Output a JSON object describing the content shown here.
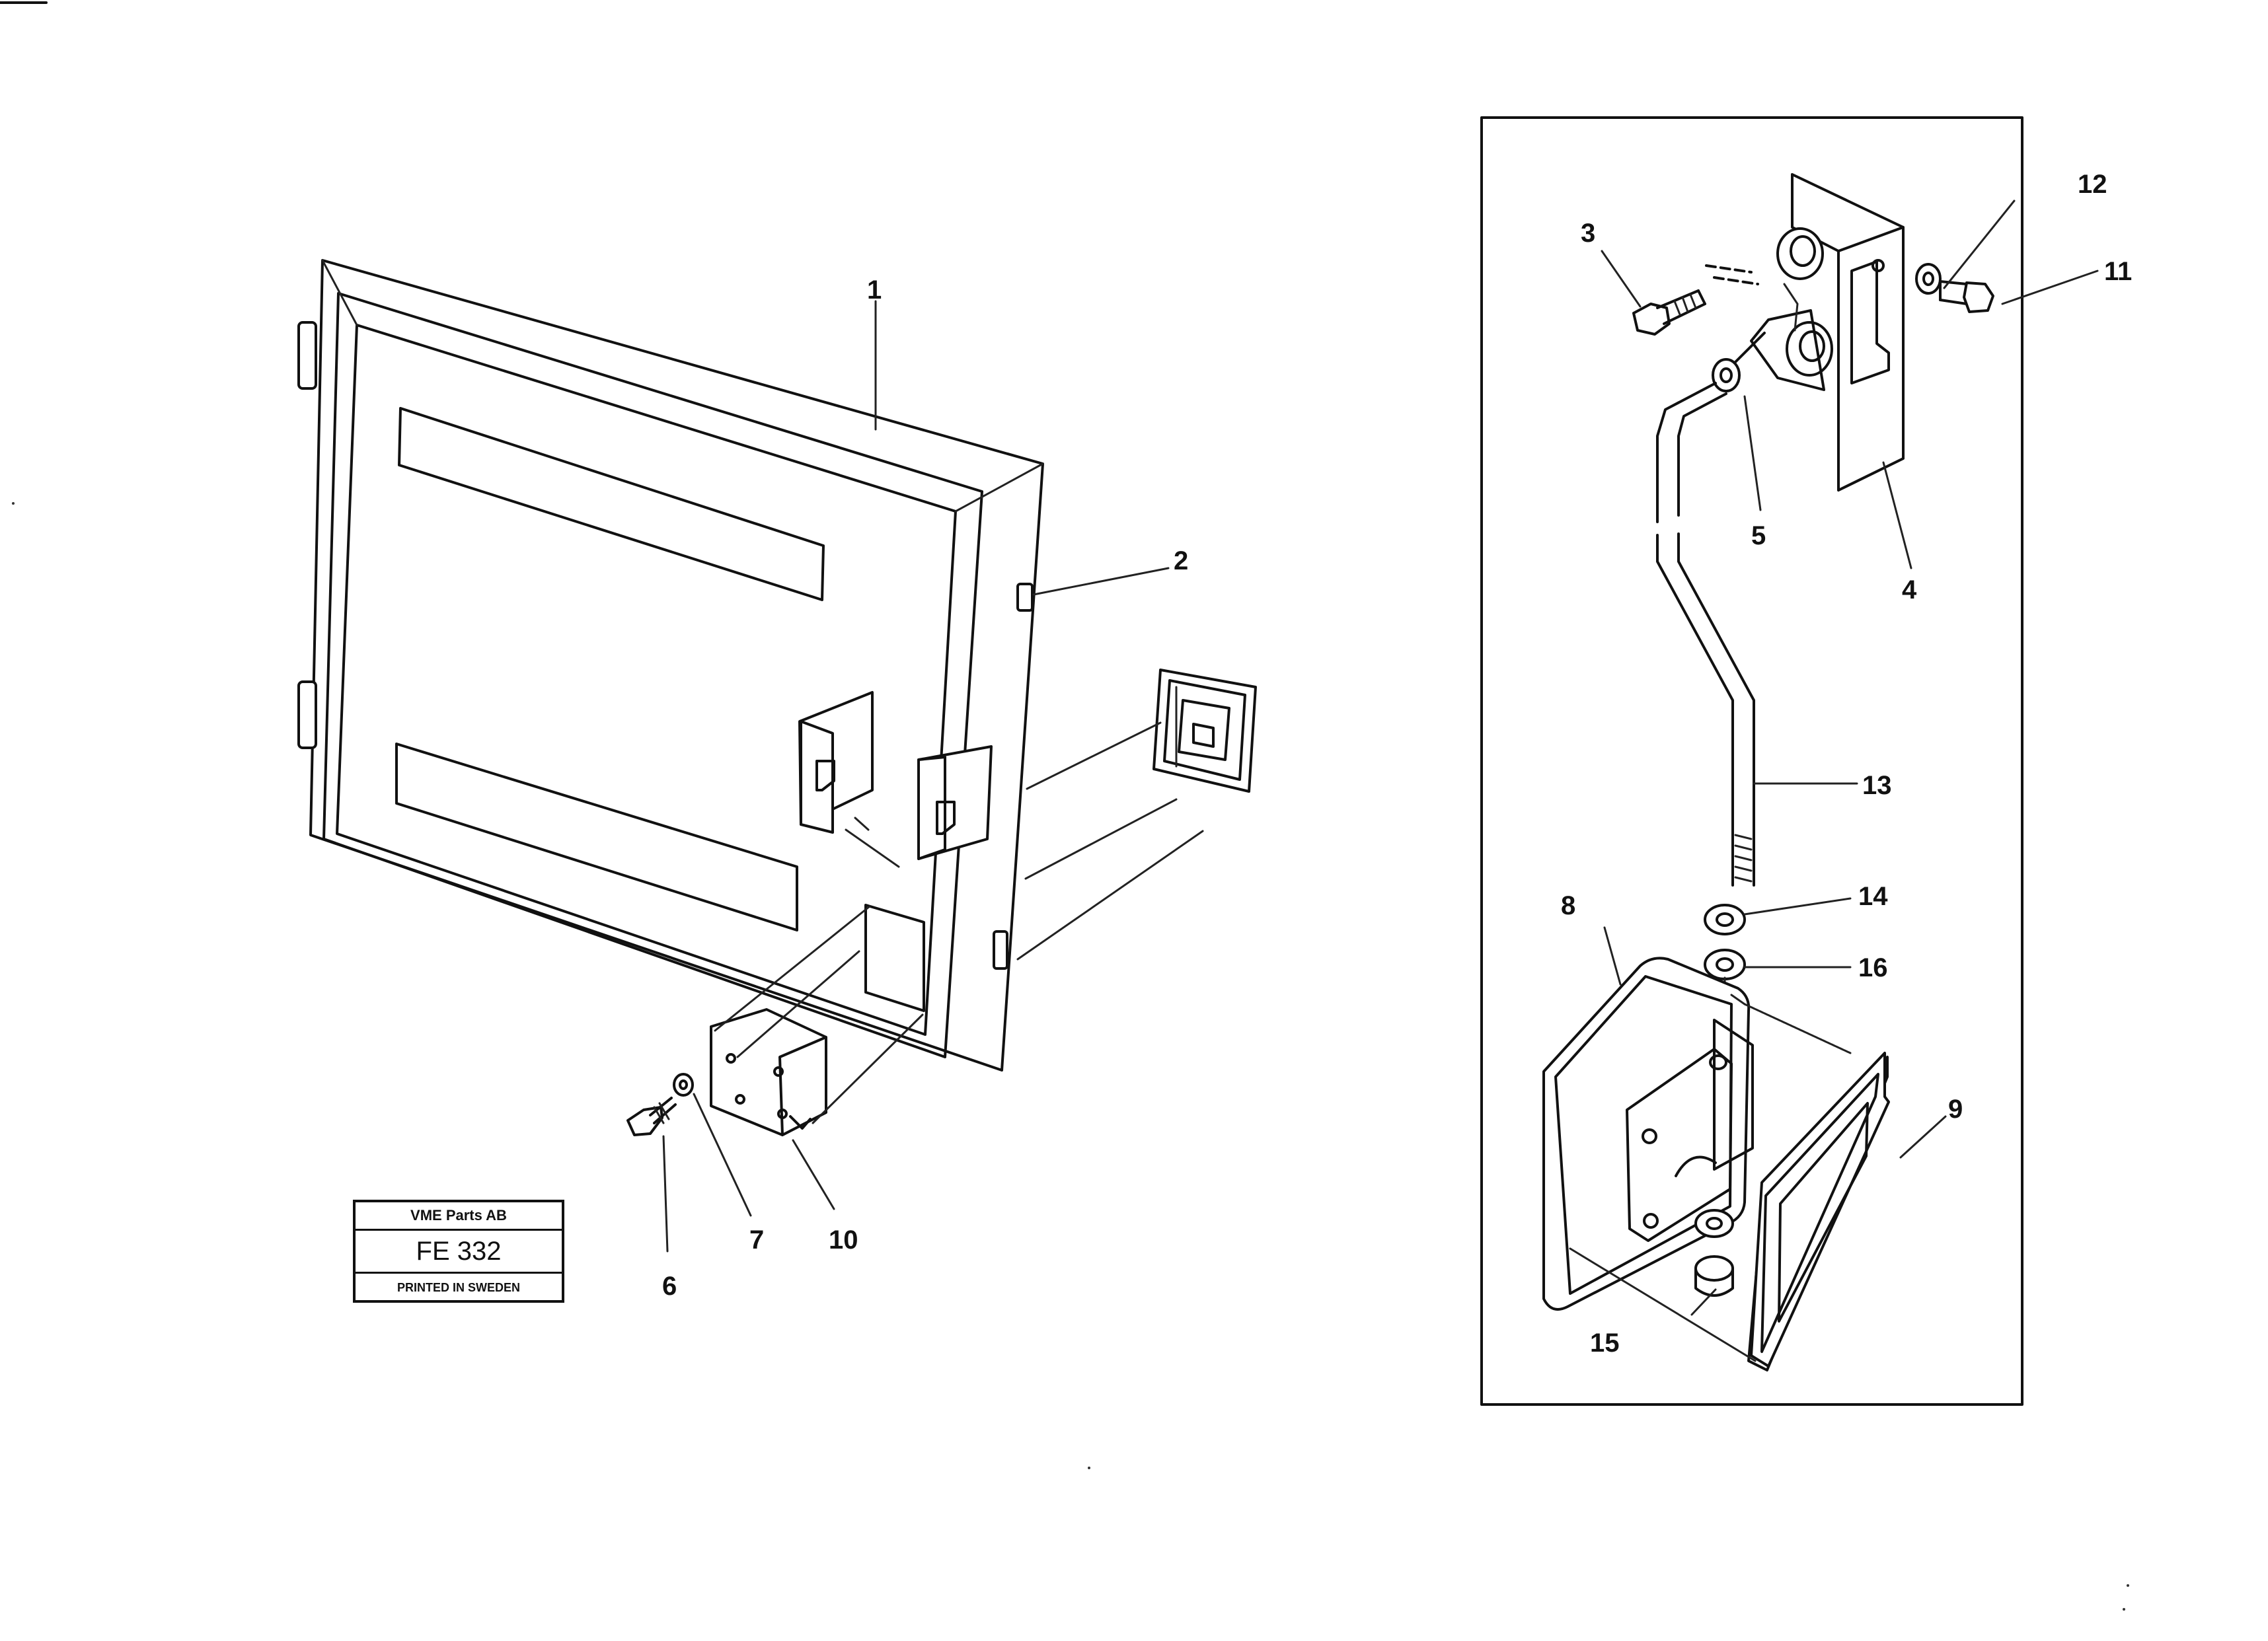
{
  "title_block": {
    "company": "VME Parts AB",
    "code": "FE 332",
    "printed": "PRINTED IN SWEDEN"
  },
  "callouts": {
    "c1": "1",
    "c2": "2",
    "c3": "3",
    "c4": "4",
    "c5": "5",
    "c6": "6",
    "c7": "7",
    "c8": "8",
    "c9": "9",
    "c10": "10",
    "c11": "11",
    "c12": "12",
    "c13": "13",
    "c14": "14",
    "c15": "15",
    "c16": "16"
  }
}
